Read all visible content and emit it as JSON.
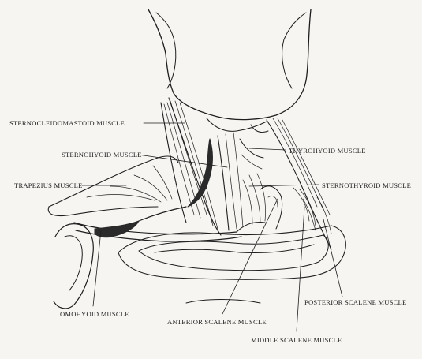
{
  "labels": {
    "sternocleidomastoid": "STERNOCLEIDOMASTOID MUSCLE",
    "sternohyoid": "STERNOHYOID MUSCLE",
    "trapezius": "TRAPEZIUS MUSCLE",
    "thyrohyoid": "THYROHYOID MUSCLE",
    "sternothyroid": "STERNOTHYROID MUSCLE",
    "omohyoid": "OMOHYOID MUSCLE",
    "anterior_scalene": "ANTERIOR SCALENE MUSCLE",
    "middle_scalene": "MIDDLE SCALENE MUSCLE",
    "posterior_scalene": "POSTERIOR SCALENE MUSCLE"
  },
  "colors": {
    "ink": "#1e1e1e",
    "background": "#f7f5f2",
    "omohyoid_fill": "#2a2a2a"
  }
}
